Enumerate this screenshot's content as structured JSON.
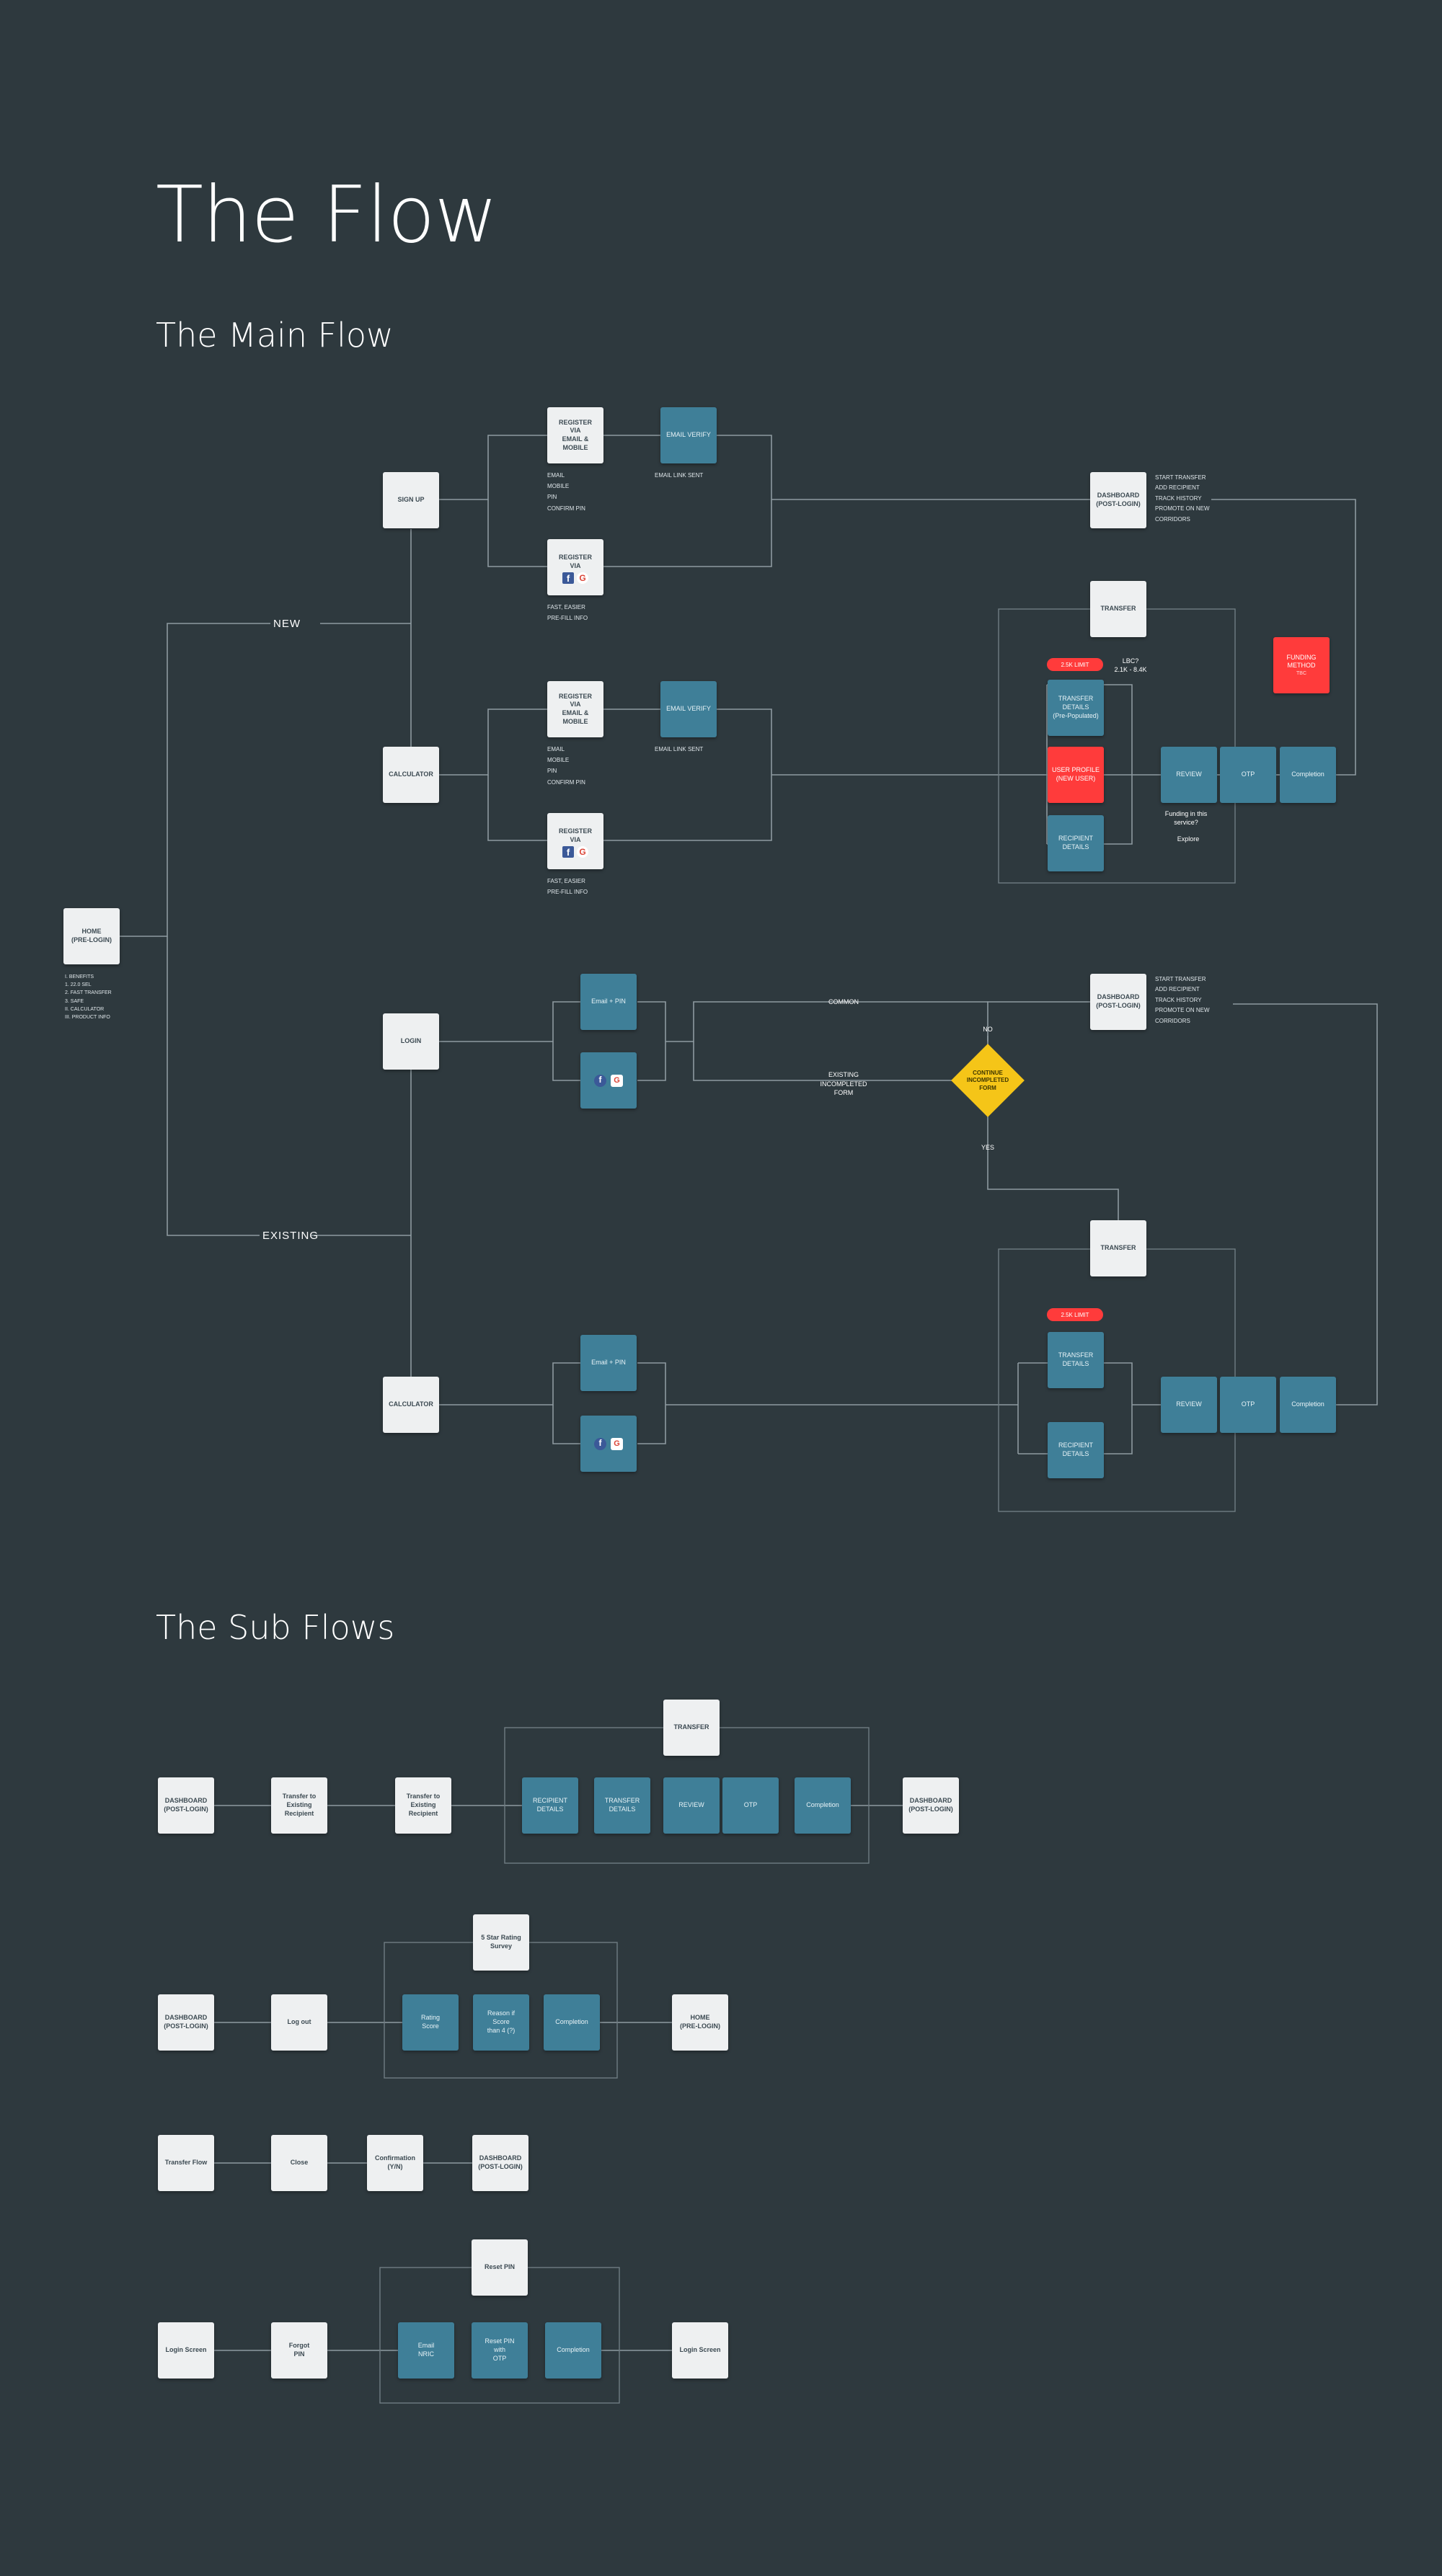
{
  "titles": {
    "main": "The Flow",
    "section_main": "The Main Flow",
    "section_sub": "The Sub Flows"
  },
  "branches": {
    "new": "NEW",
    "existing": "EXISTING",
    "common": "COMMON",
    "existing_incompleted": "EXISTING\nINCOMPLETED\nFORM",
    "no": "NO",
    "yes": "YES"
  },
  "main": {
    "home": "HOME\n(PRE-LOGIN)",
    "home_notes": "I.  BENEFITS\n    1. 22.0 SEL\n    2. FAST TRANSFER\n    3. SAFE\nII.  CALCULATOR\nIII. PRODUCT INFO",
    "signup": "SIGN UP",
    "calculator": "CALCULATOR",
    "login": "LOGIN",
    "register_email": "REGISTER\nVIA\nEMAIL & MOBILE",
    "register_social": "REGISTER\nVIA",
    "email_verify": "EMAIL VERIFY",
    "register_email_notes": "EMAIL\nMOBILE\nPIN\nCONFIRM PIN",
    "email_link_sent": "EMAIL LINK SENT",
    "social_notes": "FAST, EASIER\nPRE-FILL INFO",
    "dashboard": "DASHBOARD\n(POST-LOGIN)",
    "dashboard_notes": "START TRANSFER\nADD RECIPIENT\nTRACK HISTORY\nPROMOTE ON NEW\nCORRIDORS",
    "transfer": "TRANSFER",
    "limit": "2.5K LIMIT",
    "limit_note": "LBC?\n2.1K - 8.4K",
    "transfer_details_pre": "TRANSFER\nDETAILS\n(Pre-Populated)",
    "user_profile": "USER PROFILE\n(NEW USER)",
    "recipient_details": "RECIPIENT\nDETAILS",
    "transfer_details": "TRANSFER\nDETAILS",
    "review": "REVIEW",
    "otp": "OTP",
    "completion": "Completion",
    "funding_method": "FUNDING\nMETHOD",
    "funding_sub": "TBC",
    "funding_note": "Funding in this\nservice?",
    "explore": "Explore",
    "email_pin": "Email + PIN",
    "continue_form": "CONTINUE\nINCOMPLETED\nFORM"
  },
  "sub1": {
    "dashboard": "DASHBOARD\n(POST-LOGIN)",
    "transfer_existing": "Transfer to\nExisting\nRecipient",
    "transfer": "TRANSFER",
    "recipient_details": "RECIPIENT\nDETAILS",
    "transfer_details": "TRANSFER\nDETAILS",
    "review": "REVIEW",
    "otp": "OTP",
    "completion": "Completion"
  },
  "sub2": {
    "dashboard": "DASHBOARD\n(POST-LOGIN)",
    "logout": "Log out",
    "survey": "5 Star Rating\nSurvey",
    "rating": "Rating\nScore",
    "reason": "Reason if\nScore\nthan 4 (?)",
    "completion": "Completion",
    "home": "HOME\n(PRE-LOGIN)"
  },
  "sub3": {
    "transfer_flow": "Transfer Flow",
    "close": "Close",
    "confirmation": "Confirmation\n(Y/N)",
    "dashboard": "DASHBOARD\n(POST-LOGIN)"
  },
  "sub4": {
    "login_screen": "Login Screen",
    "forgot_pin": "Forgot\nPIN",
    "reset_pin": "Reset PIN",
    "email_nric": "Email\nNRIC",
    "reset_otp": "Reset PIN\nwith\nOTP",
    "completion": "Completion"
  },
  "icons": {
    "facebook": "facebook-icon",
    "google": "google-icon"
  },
  "colors": {
    "background": "#2e393e",
    "node_light": "#eef0f1",
    "node_teal": "#3f7f98",
    "node_red": "#ff3b3b",
    "decision": "#f5c518",
    "line": "#8e9aa0"
  }
}
